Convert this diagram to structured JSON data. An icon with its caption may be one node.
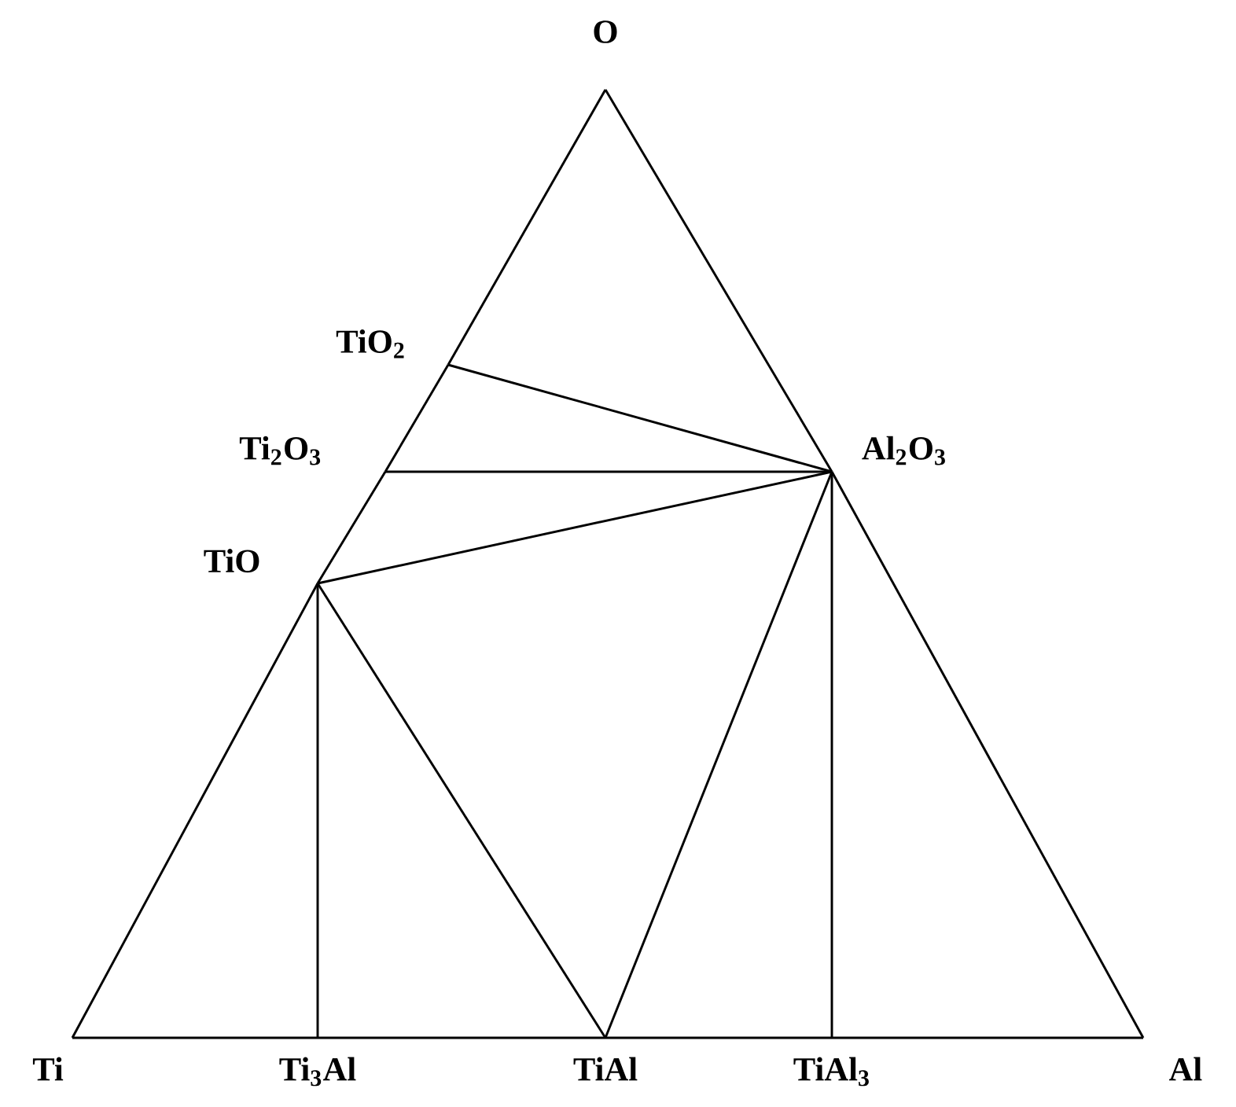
{
  "diagram": {
    "nodes": [
      {
        "text": [
          "O"
        ]
      },
      {
        "text": [
          "TiO$_{2}$"
        ]
      },
      {
        "text": [
          "Ti$_{2}$O$_{3}$"
        ]
      },
      {
        "text": [
          "Al$_{2}$O$_{3}$"
        ]
      },
      {
        "text": [
          "TiO"
        ]
      },
      {
        "text": [
          "Ti"
        ]
      },
      {
        "text": [
          "Ti$_{3}$Al"
        ]
      },
      {
        "text": [
          "TiAl"
        ]
      },
      {
        "text": [
          "TiAl$_{3}$"
        ]
      },
      {
        "text": [
          "Al"
        ]
      }
    ],
    "edges": [
      {
        "from": 0,
        "to": 1,
        "arrow": "none"
      },
      {
        "from": 1,
        "to": 2,
        "arrow": "none"
      },
      {
        "from": 2,
        "to": 4,
        "arrow": "none"
      },
      {
        "from": 4,
        "to": 5,
        "arrow": "none"
      },
      {
        "from": 0,
        "to": 3,
        "arrow": "none"
      },
      {
        "from": 3,
        "to": 9,
        "arrow": "none"
      },
      {
        "from": 5,
        "to": 6,
        "arrow": "none"
      },
      {
        "from": 6,
        "to": 7,
        "arrow": "none"
      },
      {
        "from": 7,
        "to": 8,
        "arrow": "none"
      },
      {
        "from": 8,
        "to": 9,
        "arrow": "none"
      },
      {
        "from": 1,
        "to": 3,
        "arrow": "none"
      },
      {
        "from": 2,
        "to": 3,
        "arrow": "none"
      },
      {
        "from": 4,
        "to": 3,
        "arrow": "none"
      },
      {
        "from": 4,
        "to": 6,
        "arrow": "none"
      },
      {
        "from": 4,
        "to": 7,
        "arrow": "none"
      },
      {
        "from": 7,
        "to": 3,
        "arrow": "none"
      },
      {
        "from": 8,
        "to": 3,
        "arrow": "none"
      }
    ]
  }
}
